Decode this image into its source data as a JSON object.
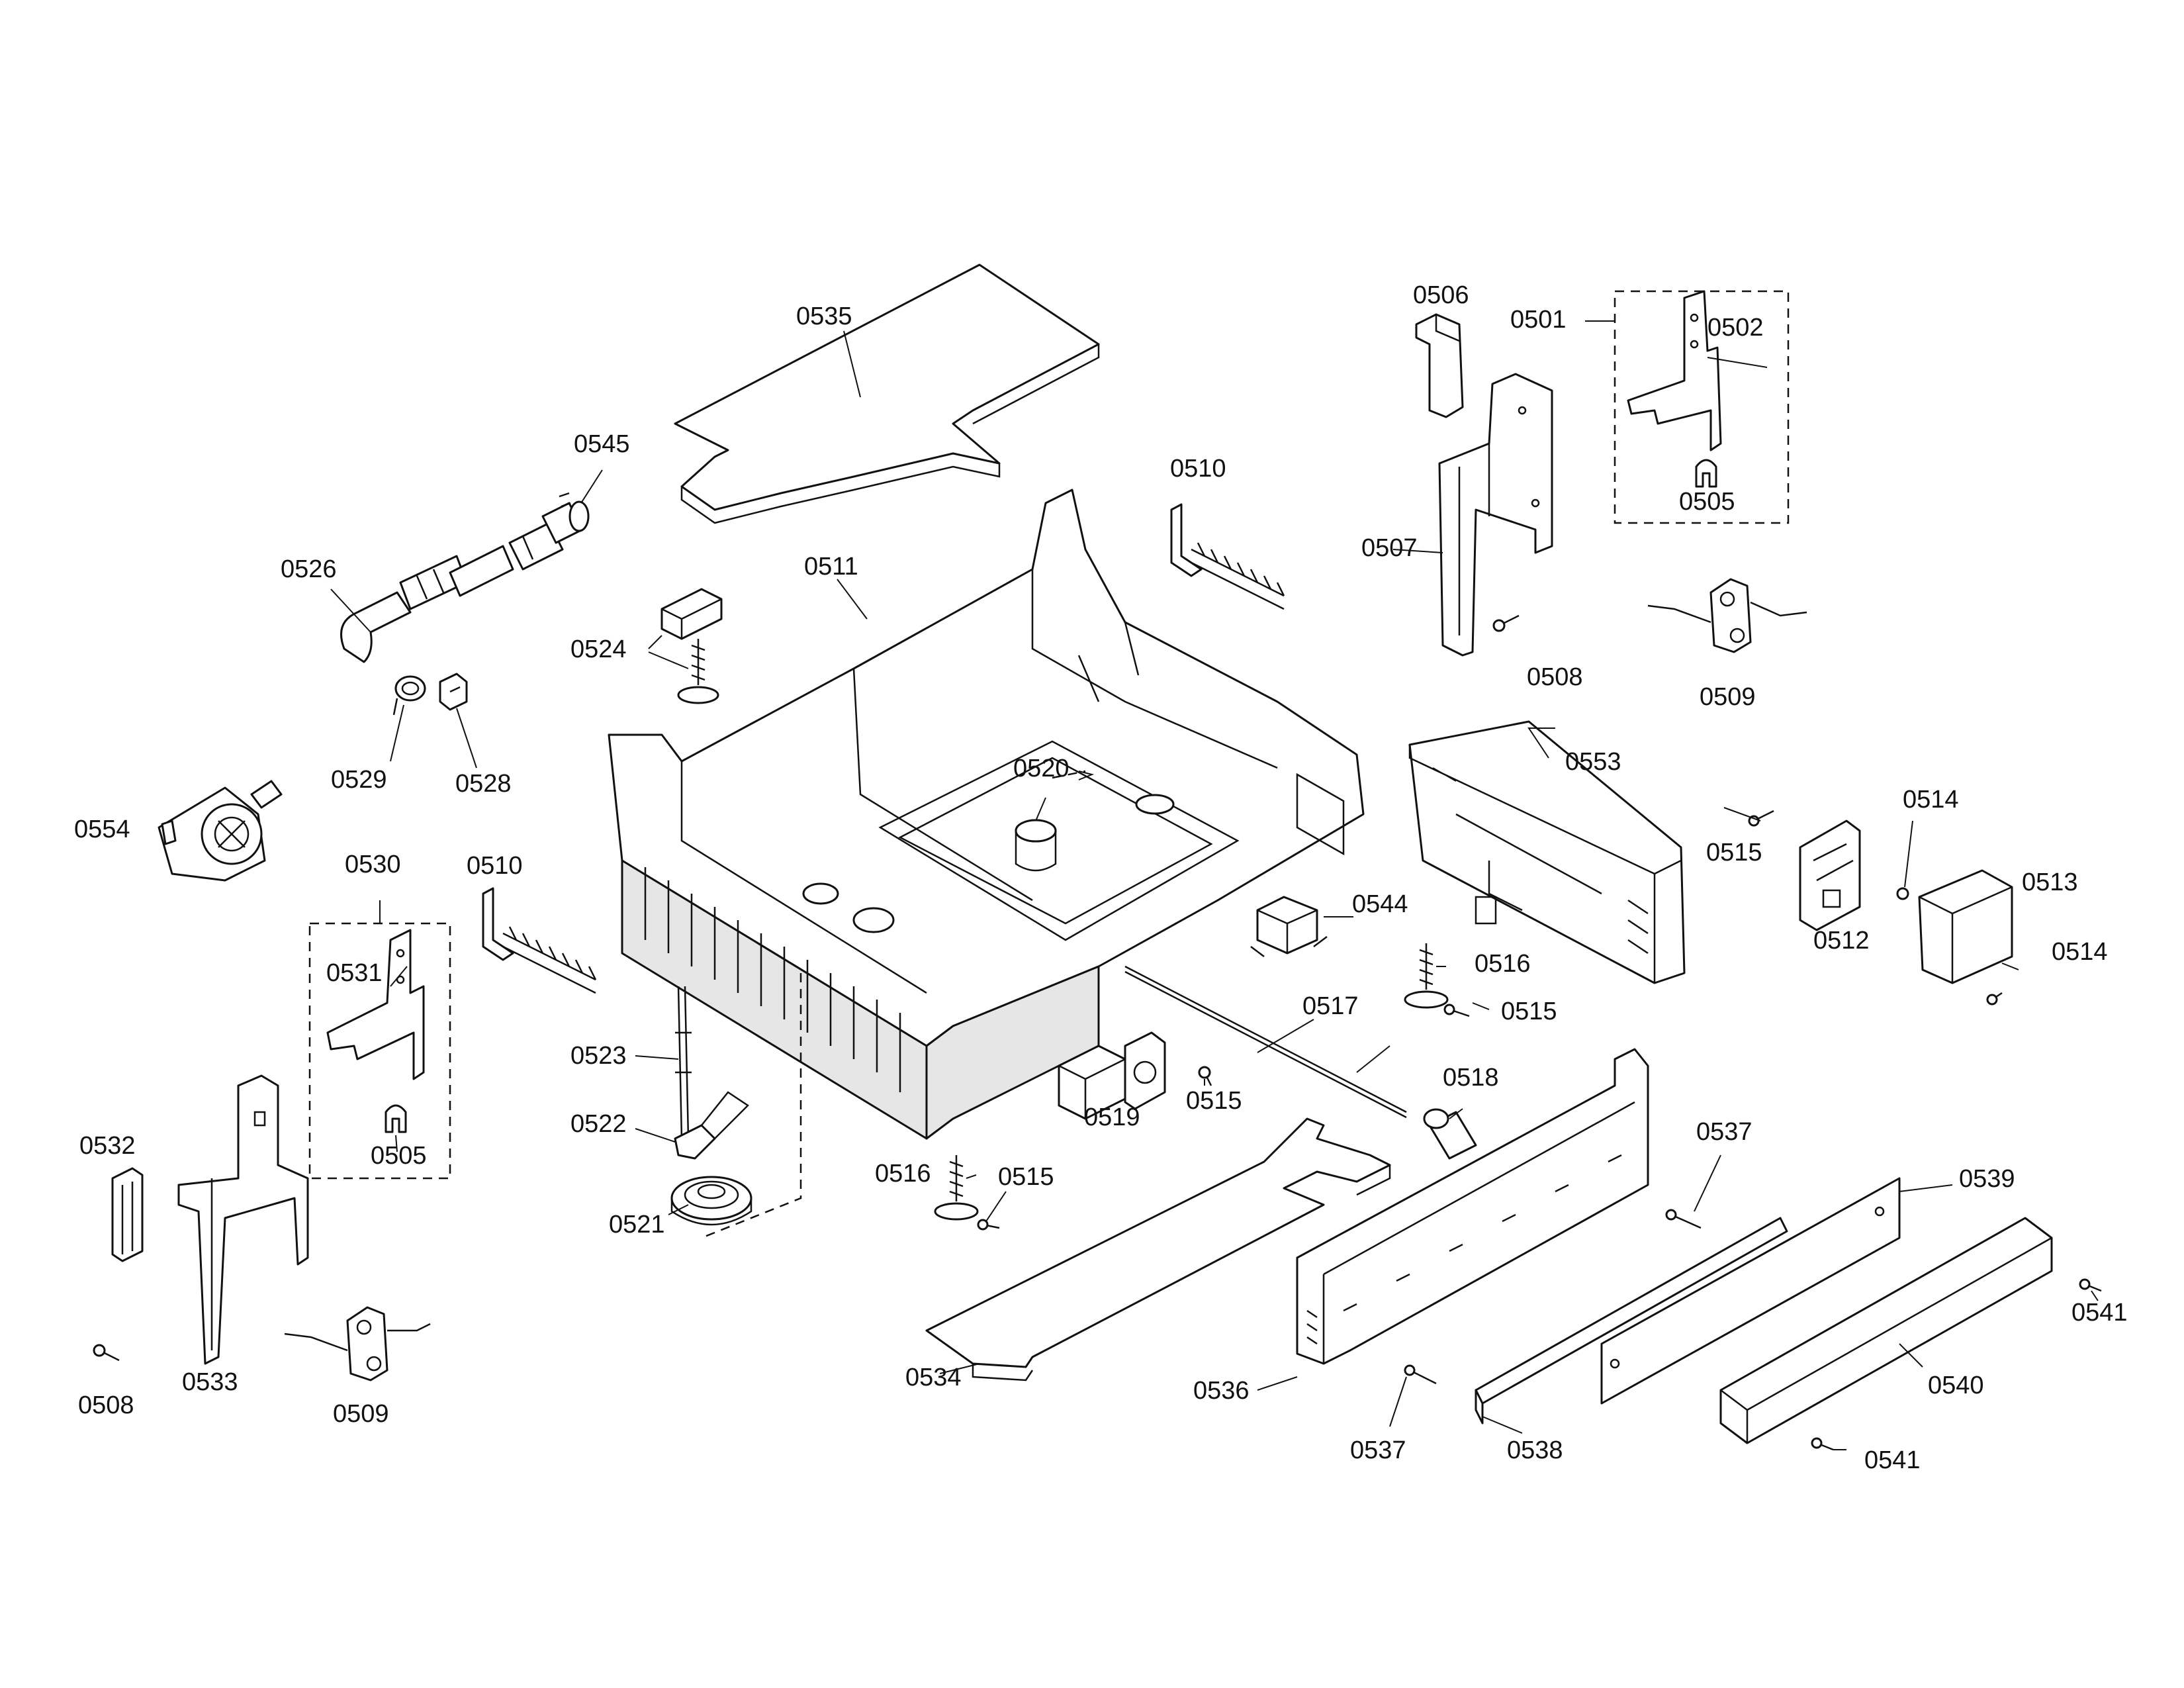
{
  "callouts": {
    "c0535": "0535",
    "c0545": "0545",
    "c0526": "0526",
    "c0529": "0529",
    "c0528": "0528",
    "c0554": "0554",
    "c0530": "0530",
    "c0531": "0531",
    "c0505a": "0505",
    "c0532": "0532",
    "c0533": "0533",
    "c0508a": "0508",
    "c0509a": "0509",
    "c0510a": "0510",
    "c0510b": "0510",
    "c0511": "0511",
    "c0524": "0524",
    "c0520": "0520",
    "c0523": "0523",
    "c0522": "0522",
    "c0521": "0521",
    "c0506": "0506",
    "c0501": "0501",
    "c0502": "0502",
    "c0505b": "0505",
    "c0507": "0507",
    "c0508b": "0508",
    "c0509b": "0509",
    "c0553": "0553",
    "c0544": "0544",
    "c0515a": "0515",
    "c0514a": "0514",
    "c0513": "0513",
    "c0512": "0512",
    "c0514b": "0514",
    "c0516a": "0516",
    "c0515b": "0515",
    "c0517": "0517",
    "c0519": "0519",
    "c0515c": "0515",
    "c0518": "0518",
    "c0516b": "0516",
    "c0515d": "0515",
    "c0537a": "0537",
    "c0539": "0539",
    "c0534": "0534",
    "c0536": "0536",
    "c0537b": "0537",
    "c0538": "0538",
    "c0540": "0540",
    "c0541a": "0541",
    "c0541b": "0541"
  }
}
